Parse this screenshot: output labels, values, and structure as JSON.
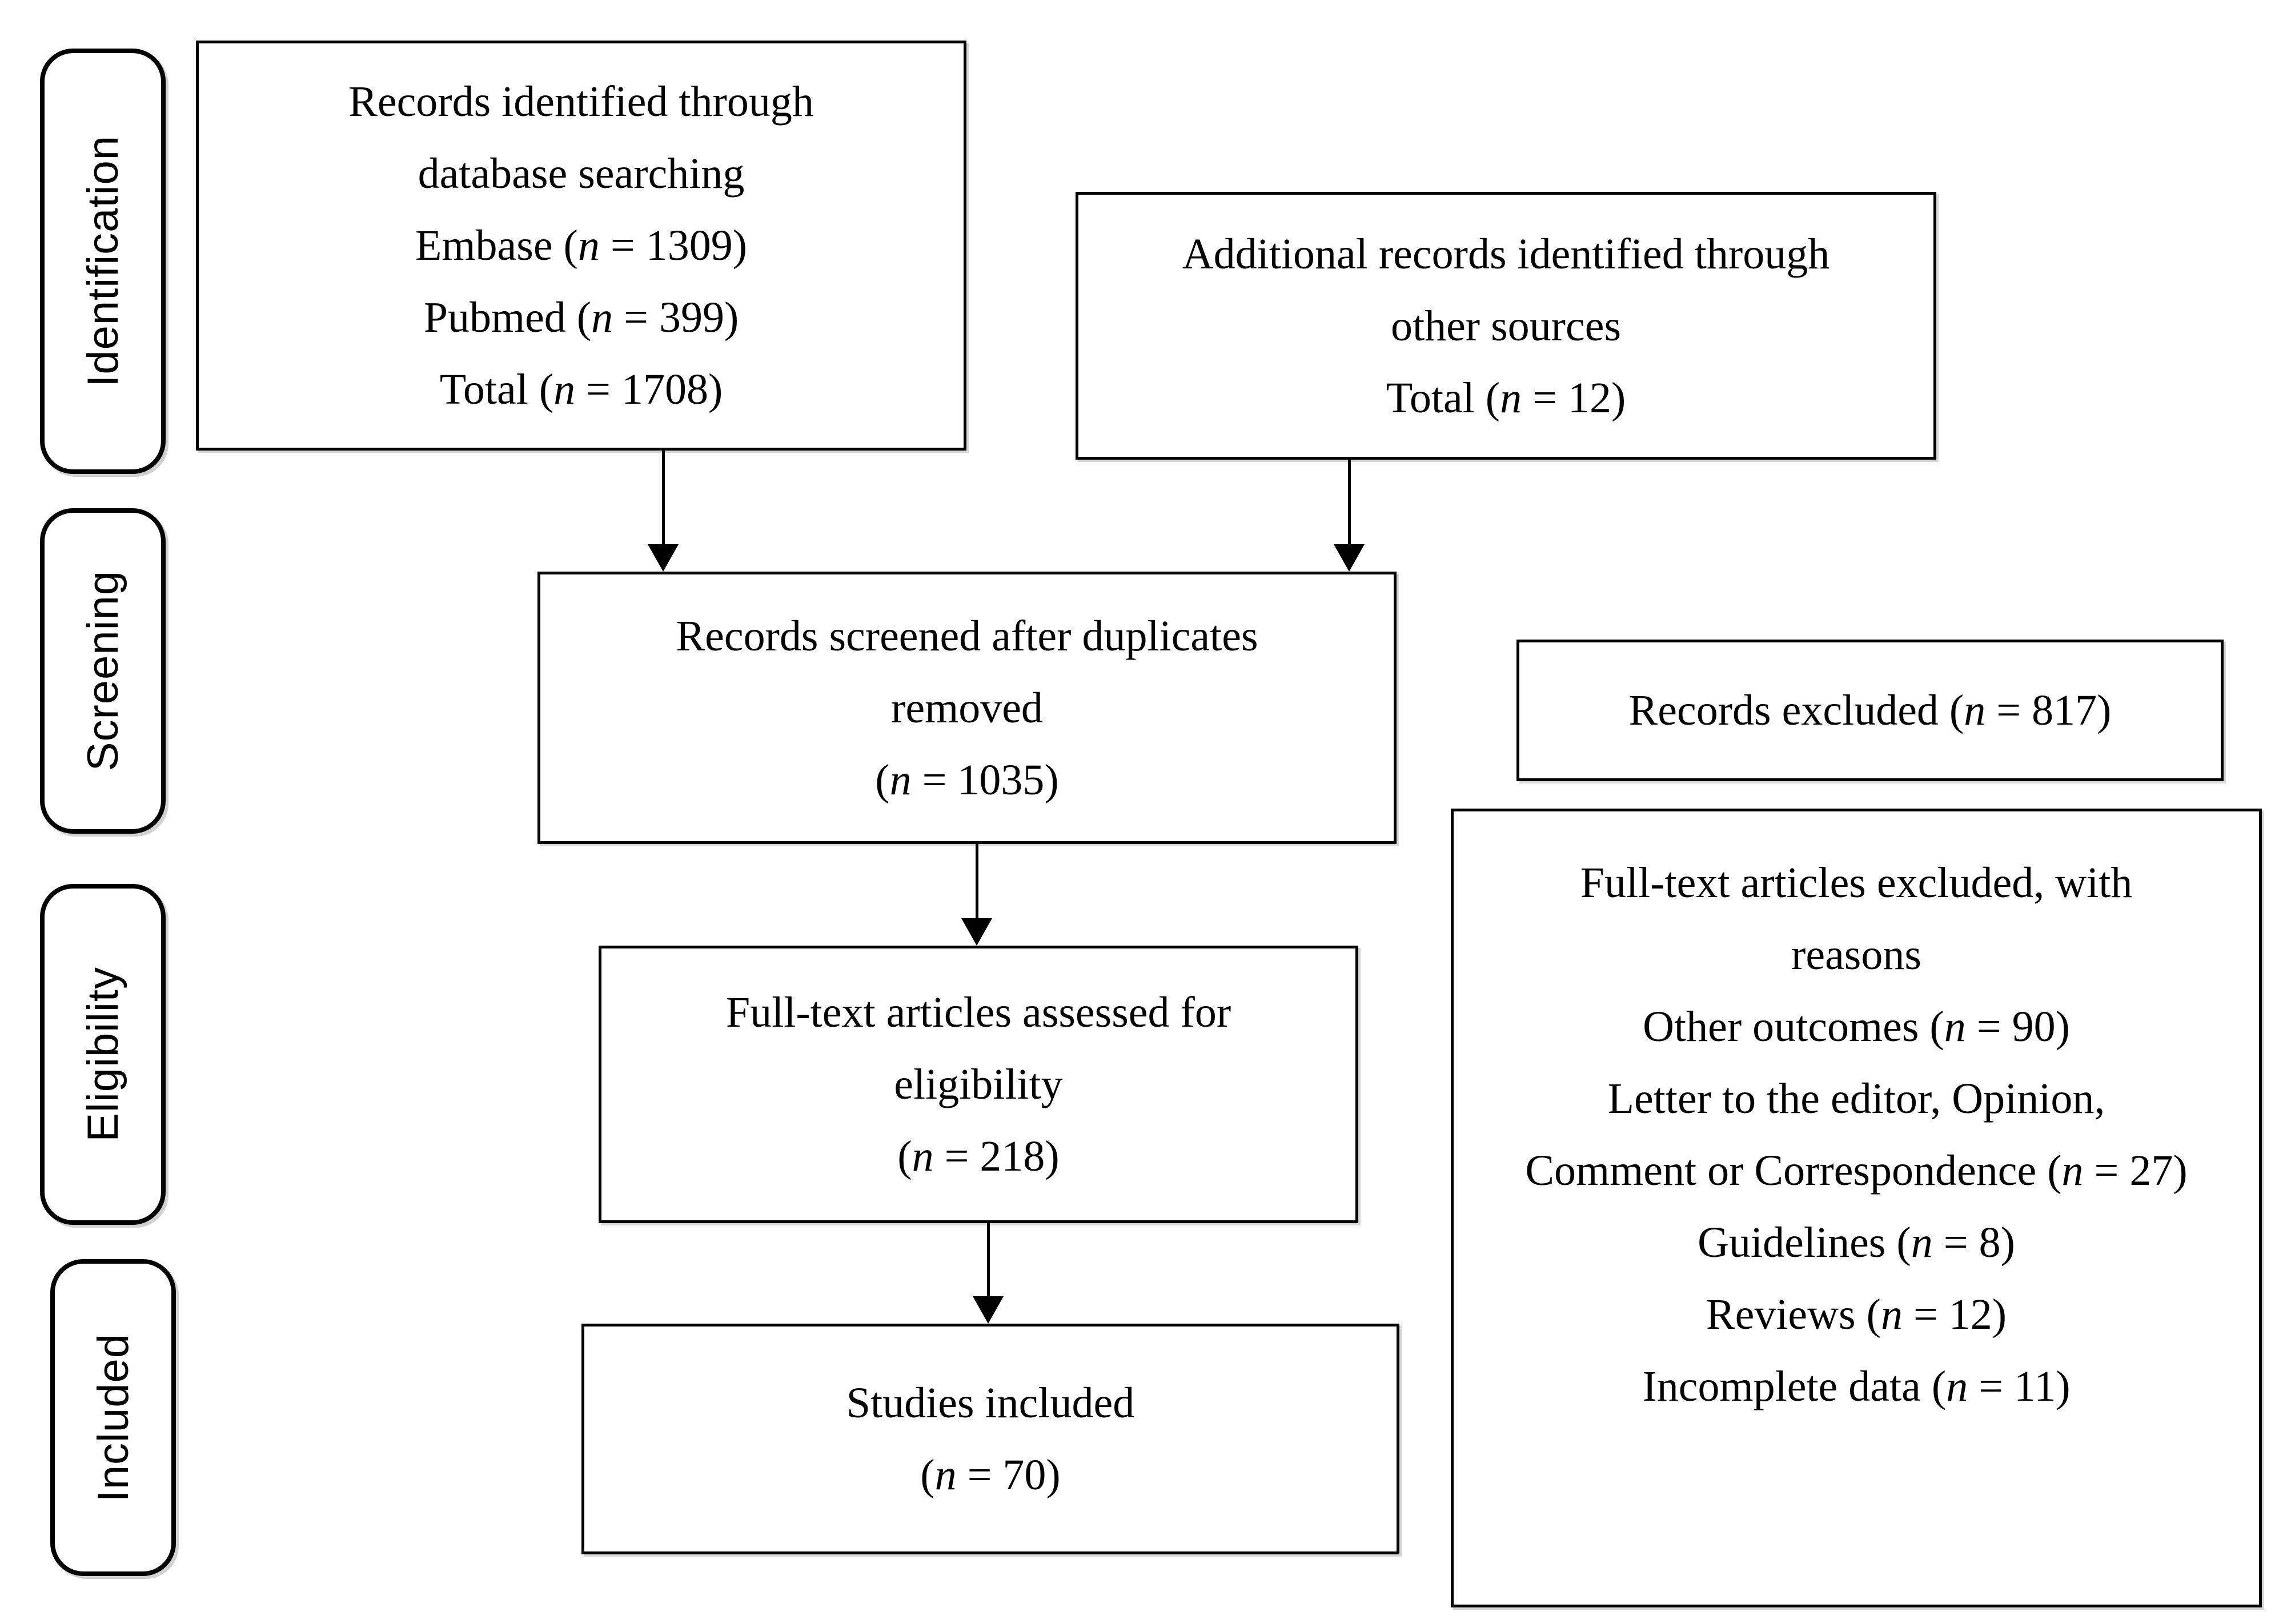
{
  "figure": {
    "type": "prisma-flow-diagram",
    "colors": {
      "background": "#ffffff",
      "border": "#000000",
      "text": "#000000"
    },
    "stages": [
      {
        "label": "Identification"
      },
      {
        "label": "Screening"
      },
      {
        "label": "Eligibility"
      },
      {
        "label": "Included"
      }
    ],
    "boxes": {
      "identified": {
        "stage": "Identification",
        "lines": [
          "Records identified through",
          "database searching",
          "Embase (n = 1309)",
          "Pubmed (n = 399)",
          "Total (n = 1708)"
        ]
      },
      "additional": {
        "stage": "Identification",
        "lines": [
          "Additional records identified through",
          "other sources",
          "Total (n = 12)"
        ]
      },
      "screened": {
        "stage": "Screening",
        "lines": [
          "Records screened after duplicates",
          "removed",
          "(n = 1035)"
        ]
      },
      "records_excluded": {
        "stage": "Screening",
        "lines": [
          "Records excluded (n = 817)"
        ]
      },
      "fulltext_assessed": {
        "stage": "Eligibility",
        "lines": [
          "Full-text articles assessed for",
          "eligibility",
          "(n = 218)"
        ]
      },
      "fulltext_excluded": {
        "stage": "Eligibility",
        "lines": [
          "Full-text articles excluded, with",
          "reasons",
          "Other outcomes (n = 90)",
          "Letter to the editor, Opinion,",
          "Comment or Correspondence (n = 27)",
          "Guidelines (n = 8)",
          "Reviews (n = 12)",
          "Incomplete data (n = 11)"
        ]
      },
      "studies_included": {
        "stage": "Included",
        "lines": [
          "Studies included",
          "(n = 70)"
        ]
      }
    },
    "arrows": [
      {
        "from": "identified",
        "to": "screened"
      },
      {
        "from": "additional",
        "to": "screened"
      },
      {
        "from": "screened",
        "to": "fulltext_assessed"
      },
      {
        "from": "fulltext_assessed",
        "to": "studies_included"
      }
    ]
  }
}
